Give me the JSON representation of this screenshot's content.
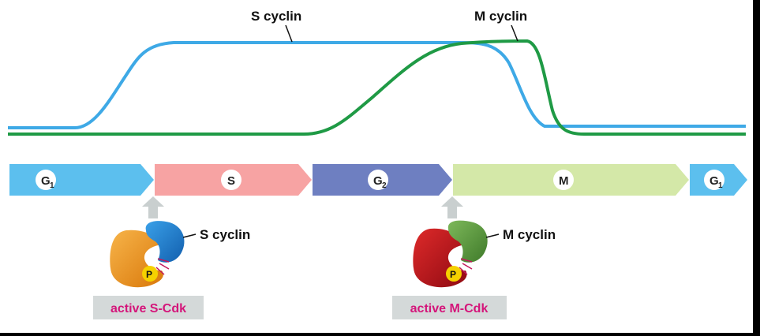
{
  "curves": {
    "s_cyclin_label": "S cyclin",
    "m_cyclin_label": "M cyclin",
    "s_color": "#3ea9e6",
    "m_color": "#1f9a45"
  },
  "phases": [
    {
      "letter": "G",
      "sub": "1",
      "color": "#5cbfee"
    },
    {
      "letter": "S",
      "sub": "",
      "color": "#f7a3a3"
    },
    {
      "letter": "G",
      "sub": "2",
      "color": "#6e7fc1"
    },
    {
      "letter": "M",
      "sub": "",
      "color": "#d4e8a8"
    },
    {
      "letter": "G",
      "sub": "1",
      "color": "#5cbfee"
    }
  ],
  "complexes": [
    {
      "cyclin_label": "S cyclin",
      "box_label": "active S-Cdk",
      "phospho": "P",
      "cdk_color": "#f29a18",
      "cyclin_color": "#1e82d2"
    },
    {
      "cyclin_label": "M cyclin",
      "box_label": "active M-Cdk",
      "phospho": "P",
      "cdk_color": "#c4141d",
      "cyclin_color": "#5e9a3e"
    }
  ]
}
